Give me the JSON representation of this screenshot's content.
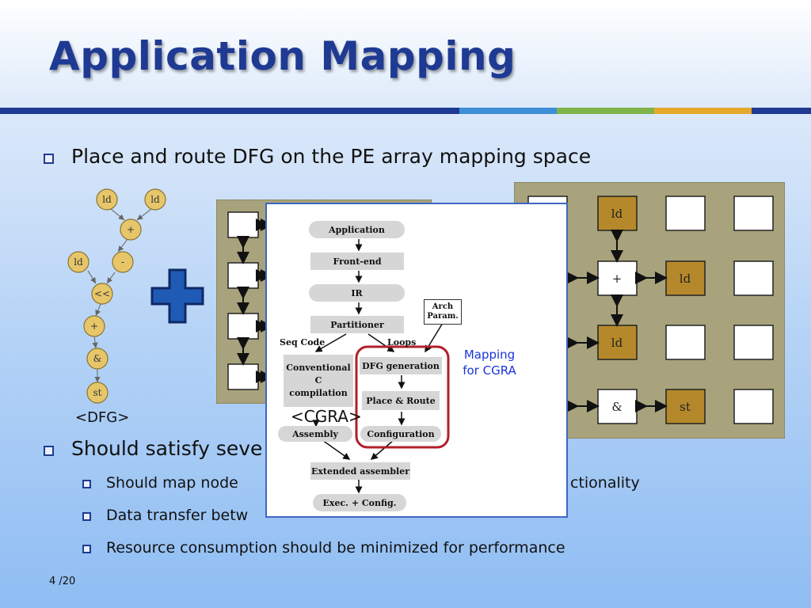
{
  "slide": {
    "title": "Application Mapping",
    "bullets": [
      {
        "text": "Place and route DFG on the PE array mapping space"
      },
      {
        "text": "Should satisfy seve",
        "subbullets": [
          {
            "text": "Should map node",
            "tail": "ctionality"
          },
          {
            "text": "Data transfer betw",
            "tail": ""
          },
          {
            "text": "Resource consumption should be minimized for performance"
          }
        ]
      }
    ],
    "dfg_caption": "<DFG>",
    "cgra_caption": "<CGRA>",
    "page_number": "4 /20"
  },
  "colors": {
    "title": "#1f3a93",
    "plus_fill": "#1f5bb5",
    "pe_fill": "#a8a37c",
    "pe_used": "#b5892b",
    "node_fill": "#e7c66a",
    "accent_red": "#b0202a",
    "mapping_text": "#1a35d8",
    "topbar": [
      "#1f3a93",
      "#3c8fd8",
      "#7fb34a",
      "#e6a82a",
      "#1f3a93"
    ]
  },
  "dfg": {
    "nodes": [
      "ld",
      "ld",
      "+",
      "ld",
      "-",
      "<<",
      "+",
      "&",
      "st"
    ]
  },
  "flow": {
    "boxes": {
      "application": "Application",
      "frontend": "Front-end",
      "ir": "IR",
      "partitioner": "Partitioner",
      "arch": "Arch\nParam.",
      "conventional": "Conventional\nC\ncompilation",
      "dfg_gen": "DFG generation",
      "place_route": "Place & Route",
      "assembly": "Assembly",
      "configuration": "Configuration",
      "ext_asm": "Extended assembler",
      "exec": "Exec. + Config."
    },
    "labels": {
      "seq": "Seq Code",
      "loops": "Loops"
    }
  },
  "mapping_label": "Mapping\nfor CGRA",
  "mapped_grid": {
    "cells": [
      [
        "",
        "ld",
        "",
        ""
      ],
      [
        "",
        "+",
        "ld",
        ""
      ],
      [
        "",
        "ld",
        "",
        ""
      ],
      [
        "",
        "&",
        "st",
        ""
      ]
    ]
  }
}
